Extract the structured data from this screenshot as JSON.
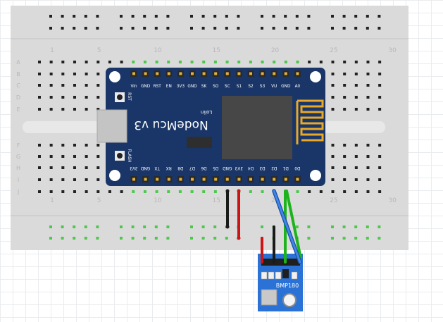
{
  "breadboard": {
    "column_labels": [
      "1",
      "5",
      "10",
      "15",
      "20",
      "25",
      "30"
    ],
    "row_labels_top": [
      "A",
      "B",
      "C",
      "D",
      "E"
    ],
    "row_labels_bottom": [
      "F",
      "G",
      "H",
      "I",
      "J"
    ]
  },
  "nodemcu": {
    "title": "NodeMcu v3",
    "maker": "Lolin",
    "top_pins": [
      "Vin",
      "GND",
      "RST",
      "EN",
      "3V3",
      "GND",
      "SK",
      "SO",
      "SC",
      "S1",
      "S2",
      "S3",
      "VU",
      "GND",
      "A0"
    ],
    "bottom_pins": [
      "3V3",
      "GND",
      "TX",
      "RX",
      "D8",
      "D7",
      "D6",
      "D5",
      "GND",
      "3V3",
      "D4",
      "D3",
      "D2",
      "D1",
      "D0"
    ],
    "rst_label": "RST",
    "flash_label": "FLASH"
  },
  "sensor": {
    "label": "BMP180"
  },
  "colors": {
    "breadboard": "#d8d8d8",
    "board": "#1a3668",
    "sensor_board": "#2a72d6",
    "wire_black": "#1a1a1a",
    "wire_red": "#cc1414",
    "wire_green": "#1db31d",
    "wire_blue": "#2c6bd1",
    "connected_hole": "#4cc94c"
  }
}
